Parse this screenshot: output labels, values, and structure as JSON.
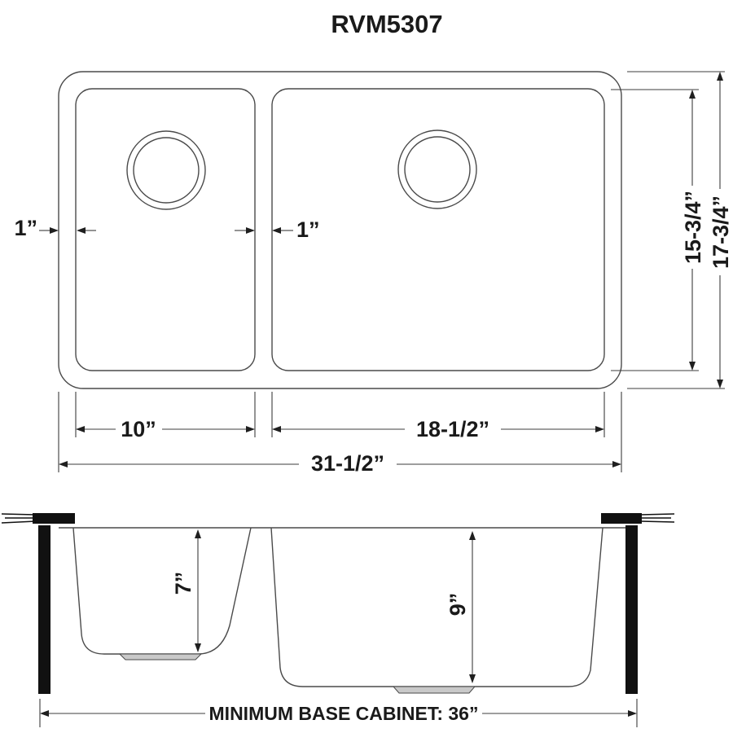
{
  "title": "RVM5307",
  "top_view": {
    "left_rim_width": "1”",
    "divider_width": "1”",
    "bowl_depth_dim": "15-3/4”",
    "overall_depth_dim": "17-3/4”",
    "left_bowl_width": "10”",
    "right_bowl_width": "18-1/2”",
    "overall_width": "31-1/2”"
  },
  "side_view": {
    "left_bowl_depth": "7”",
    "right_bowl_depth": "9”",
    "base_cabinet_note": "MINIMUM BASE CABINET: 36”"
  },
  "colors": {
    "line": "#4a4a4a",
    "text": "#1a1a1a",
    "counter_fill": "#111111",
    "drain_gray": "#c9c9c9",
    "background": "#ffffff"
  }
}
